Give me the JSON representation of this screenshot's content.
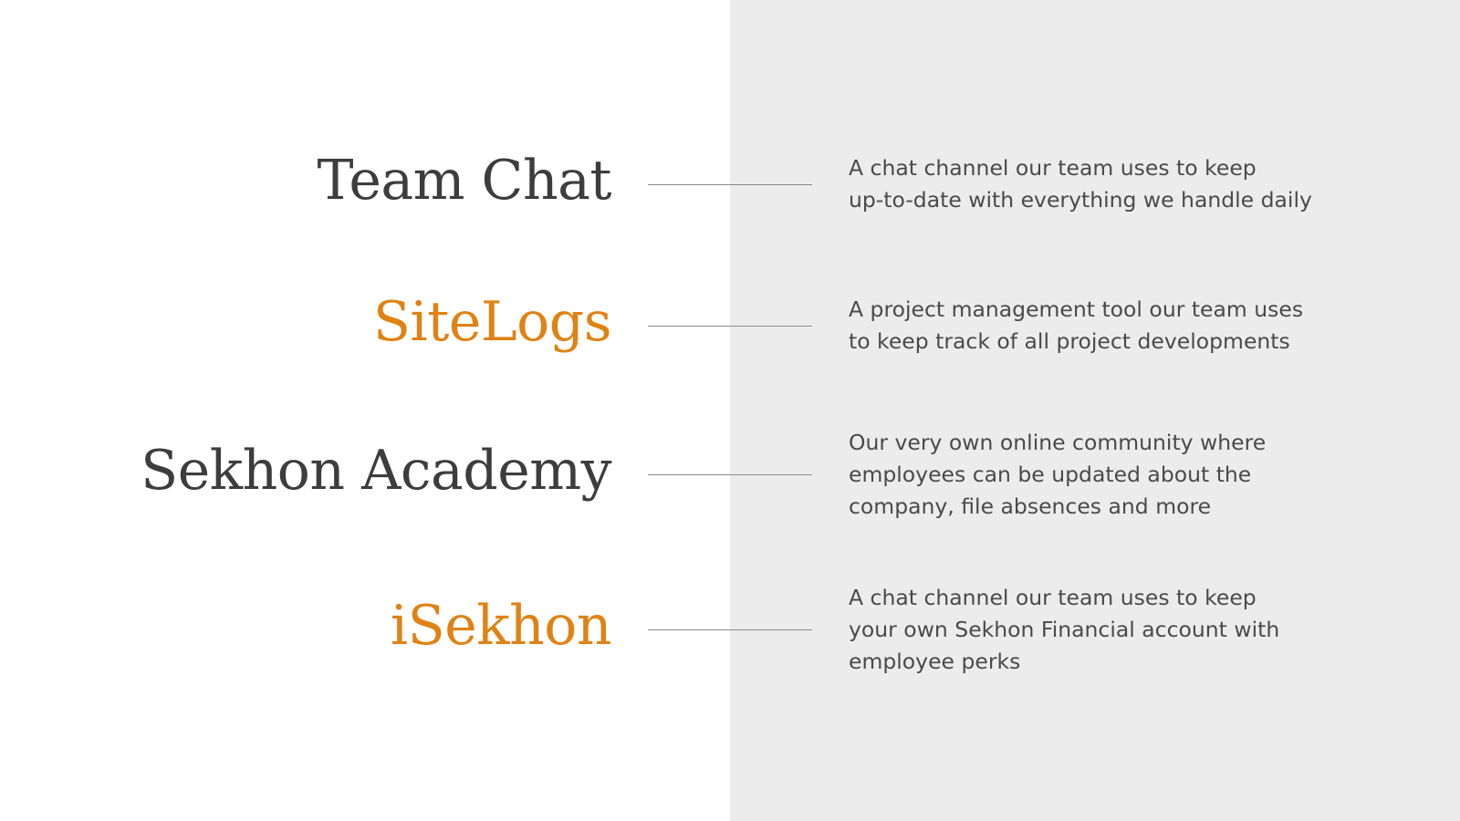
{
  "colors": {
    "dark_text": "#3d3d3d",
    "accent": "#e08214",
    "right_panel_bg": "#ececec",
    "description_text": "#4a4a4a",
    "connector_line": "#8a8a8a"
  },
  "items": [
    {
      "title": "Team Chat",
      "title_color": "#3d3d3d",
      "description": "A chat channel our team uses to keep\nup-to-date with everything we handle daily"
    },
    {
      "title": "SiteLogs",
      "title_color": "#e08214",
      "description": "A project management tool our team uses\nto keep track of all project developments"
    },
    {
      "title": "Sekhon Academy",
      "title_color": "#3d3d3d",
      "description": "Our very own online community where\nemployees can be updated about the\ncompany, file absences and more"
    },
    {
      "title": "iSekhon",
      "title_color": "#e08214",
      "description": "A chat channel our team uses to keep\nyour own Sekhon Financial account with\nemployee perks"
    }
  ]
}
